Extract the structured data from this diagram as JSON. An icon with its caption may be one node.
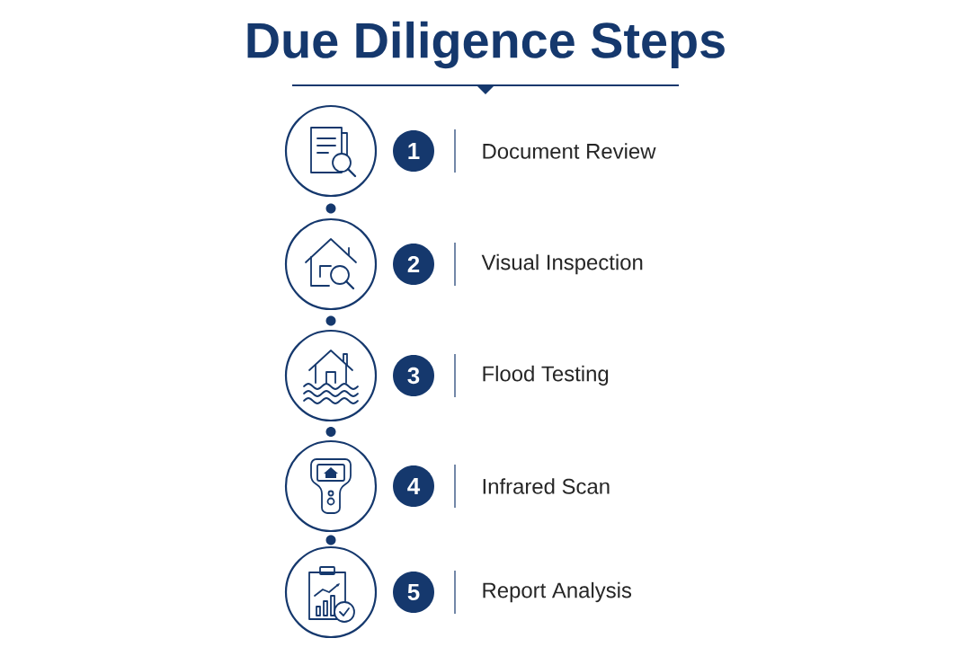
{
  "diagram": {
    "title": "Due Diligence Steps",
    "nodes": [
      {
        "text": [],
        "shape": "circle"
      },
      {
        "text": [
          "1"
        ]
      },
      {
        "text": [],
        "shape": "circle"
      },
      {
        "text": [
          "2"
        ]
      },
      {
        "text": [],
        "shape": "circle"
      },
      {
        "text": [
          "3"
        ]
      },
      {
        "text": [],
        "shape": "circle"
      },
      {
        "text": [
          "4"
        ]
      },
      {
        "text": [],
        "shape": "circle"
      },
      {
        "text": [
          "5"
        ]
      }
    ],
    "labels": [
      "Document Review",
      "Visual Inspection",
      "Flood Testing",
      "Infrared Scan",
      "Report Analysis"
    ]
  }
}
